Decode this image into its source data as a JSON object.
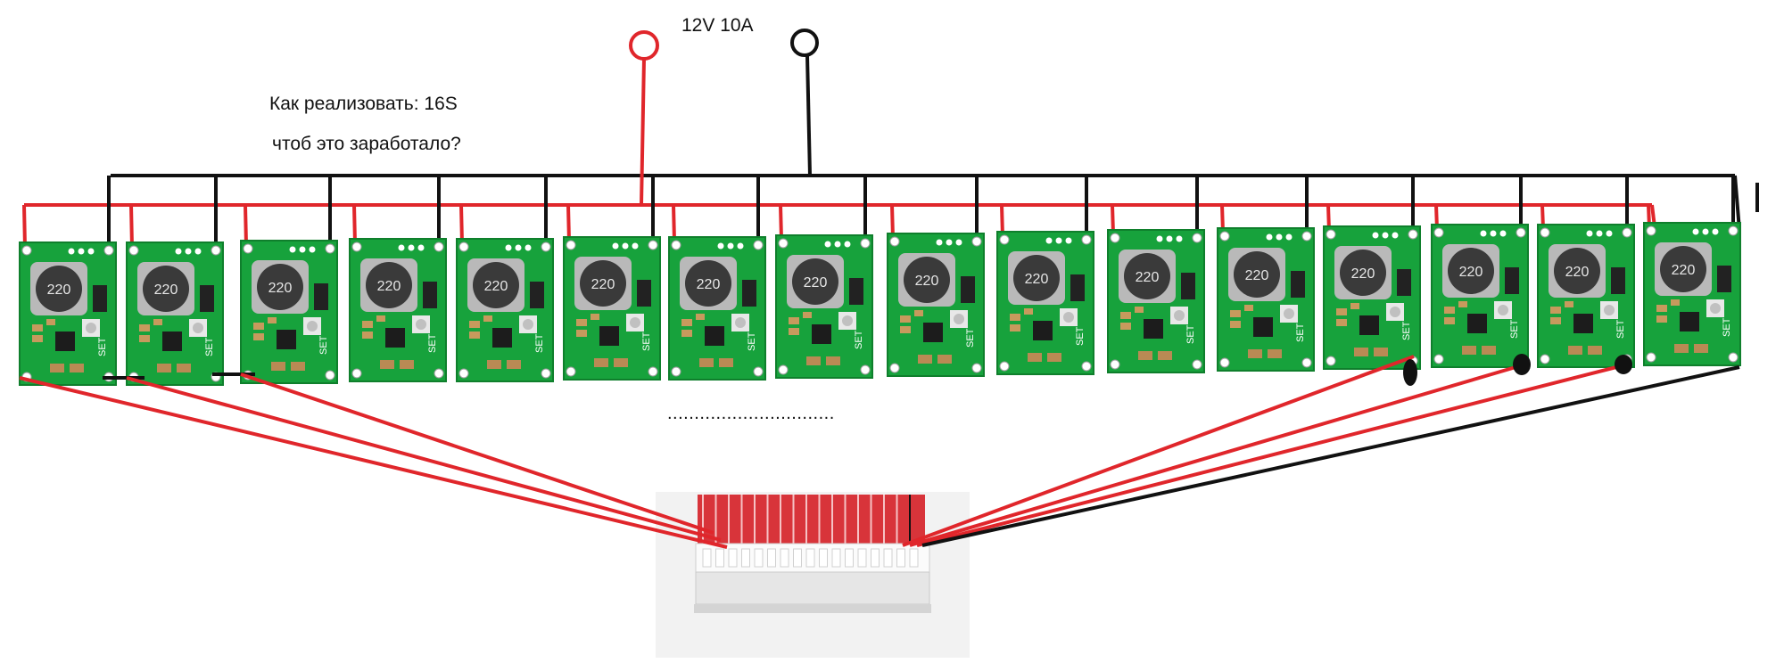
{
  "header": {
    "supply_label": "12V 10A",
    "question_line1": "Как реализовать: 16S",
    "question_line2": "чтоб это заработало?"
  },
  "ellipsis": "...............................",
  "modules": [
    {
      "label": "220",
      "set": "SET"
    },
    {
      "label": "220",
      "set": "SET"
    },
    {
      "label": "220",
      "set": "SET"
    },
    {
      "label": "220",
      "set": "SET"
    },
    {
      "label": "220",
      "set": "SET"
    },
    {
      "label": "220",
      "set": "SET"
    },
    {
      "label": "220",
      "set": "SET"
    },
    {
      "label": "220",
      "set": "SET"
    },
    {
      "label": "220",
      "set": "SET"
    },
    {
      "label": "220",
      "set": "SET"
    },
    {
      "label": "220",
      "set": "SET"
    },
    {
      "label": "220",
      "set": "SET"
    },
    {
      "label": "220",
      "set": "SET"
    },
    {
      "label": "220",
      "set": "SET"
    },
    {
      "label": "220",
      "set": "SET"
    },
    {
      "label": "220",
      "set": "SET"
    }
  ],
  "colors": {
    "positive_wire": "#e0262b",
    "negative_wire": "#111111",
    "pcb": "#17a23c",
    "pcb_dark": "#0f7f2c",
    "inductor": "#3a3a3a",
    "connector": "#eeeeee",
    "connector_bg": "#f3f3f3"
  },
  "icons": {
    "positive_terminal": "red-circle-terminal-icon",
    "negative_terminal": "black-circle-terminal-icon",
    "connector": "balance-connector-icon"
  }
}
